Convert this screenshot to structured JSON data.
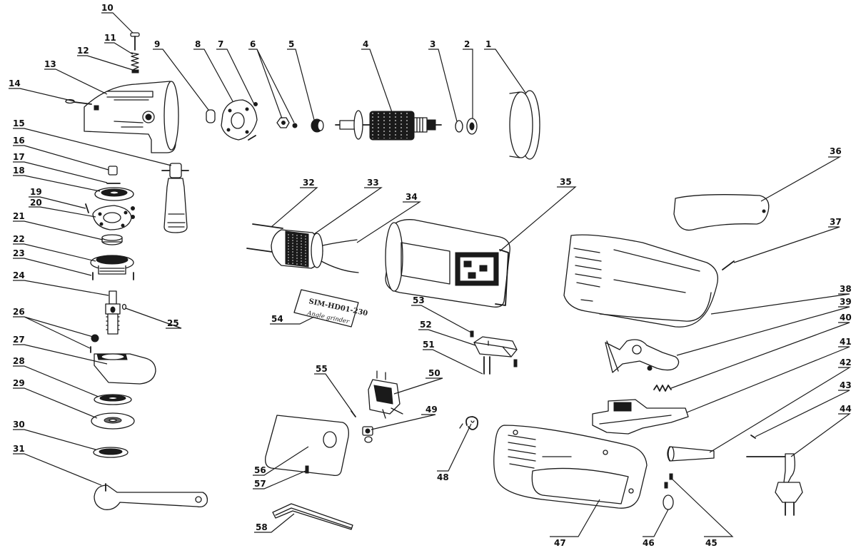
{
  "callouts": [
    {
      "num": "1"
    },
    {
      "num": "2"
    },
    {
      "num": "3"
    },
    {
      "num": "4"
    },
    {
      "num": "5"
    },
    {
      "num": "6"
    },
    {
      "num": "7"
    },
    {
      "num": "8"
    },
    {
      "num": "9"
    },
    {
      "num": "10"
    },
    {
      "num": "11"
    },
    {
      "num": "12"
    },
    {
      "num": "13"
    },
    {
      "num": "14"
    },
    {
      "num": "15"
    },
    {
      "num": "16"
    },
    {
      "num": "17"
    },
    {
      "num": "18"
    },
    {
      "num": "19"
    },
    {
      "num": "20"
    },
    {
      "num": "21"
    },
    {
      "num": "22"
    },
    {
      "num": "23"
    },
    {
      "num": "24"
    },
    {
      "num": "25"
    },
    {
      "num": "26"
    },
    {
      "num": "27"
    },
    {
      "num": "28"
    },
    {
      "num": "29"
    },
    {
      "num": "30"
    },
    {
      "num": "31"
    },
    {
      "num": "32"
    },
    {
      "num": "33"
    },
    {
      "num": "34"
    },
    {
      "num": "35"
    },
    {
      "num": "36"
    },
    {
      "num": "37"
    },
    {
      "num": "38"
    },
    {
      "num": "39"
    },
    {
      "num": "40"
    },
    {
      "num": "41"
    },
    {
      "num": "42"
    },
    {
      "num": "43"
    },
    {
      "num": "44"
    },
    {
      "num": "45"
    },
    {
      "num": "46"
    },
    {
      "num": "47"
    },
    {
      "num": "48"
    },
    {
      "num": "49"
    },
    {
      "num": "50"
    },
    {
      "num": "51"
    },
    {
      "num": "52"
    },
    {
      "num": "53"
    },
    {
      "num": "54"
    },
    {
      "num": "55"
    },
    {
      "num": "56"
    },
    {
      "num": "57"
    },
    {
      "num": "58"
    }
  ],
  "nameplate": {
    "model": "SIM-HD01-230",
    "name": "Angle grinder"
  }
}
